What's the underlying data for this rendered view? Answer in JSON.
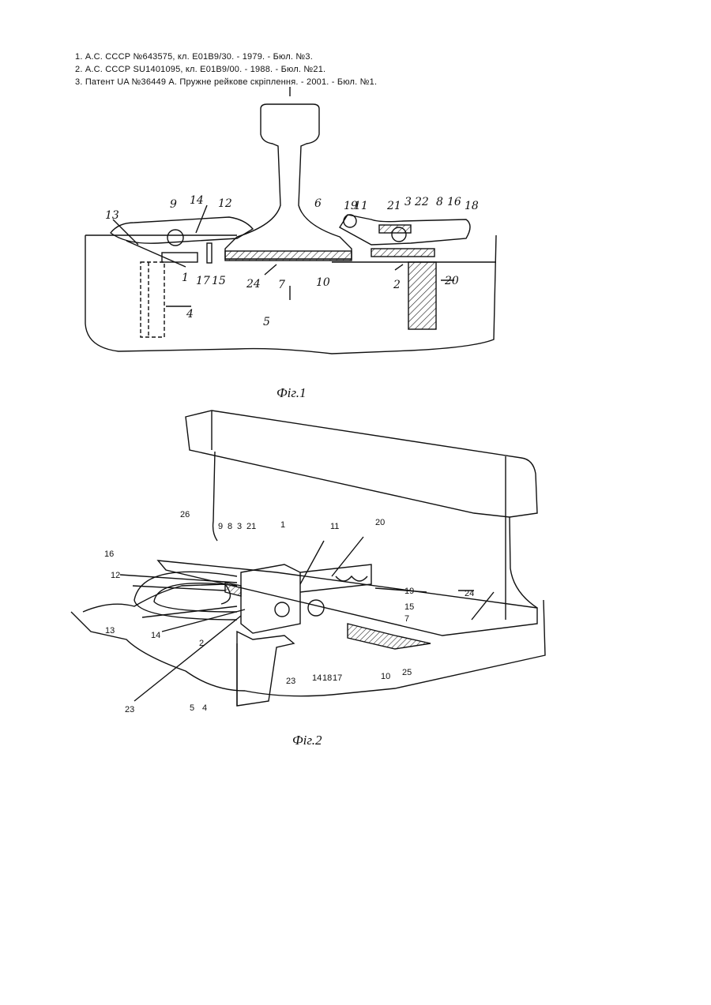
{
  "references": [
    "1. А.С. СССР №643575, кл. Е01В9/30. - 1979. - Бюл. №3.",
    "2. А.С. СССР SU1401095, кл. Е01В9/00. - 1988. - Бюл. №21.",
    "3. Патент UA №36449 А. Пружне рейкове скріплення. - 2001. - Бюл. №1."
  ],
  "figure1": {
    "caption": "Фіг.1",
    "labels": [
      "13",
      "9",
      "14",
      "12",
      "1",
      "17",
      "15",
      "24",
      "7",
      "10",
      "6",
      "19",
      "11",
      "21",
      "3",
      "22",
      "8",
      "16",
      "18",
      "2",
      "20",
      "4",
      "5"
    ]
  },
  "figure2": {
    "caption": "Фіг.2",
    "labels": [
      "26",
      "9",
      "8",
      "3",
      "21",
      "1",
      "11",
      "20",
      "16",
      "12",
      "19",
      "15",
      "7",
      "24",
      "13",
      "14",
      "2",
      "14",
      "18",
      "17",
      "10",
      "25",
      "23",
      "23",
      "5",
      "4"
    ]
  }
}
